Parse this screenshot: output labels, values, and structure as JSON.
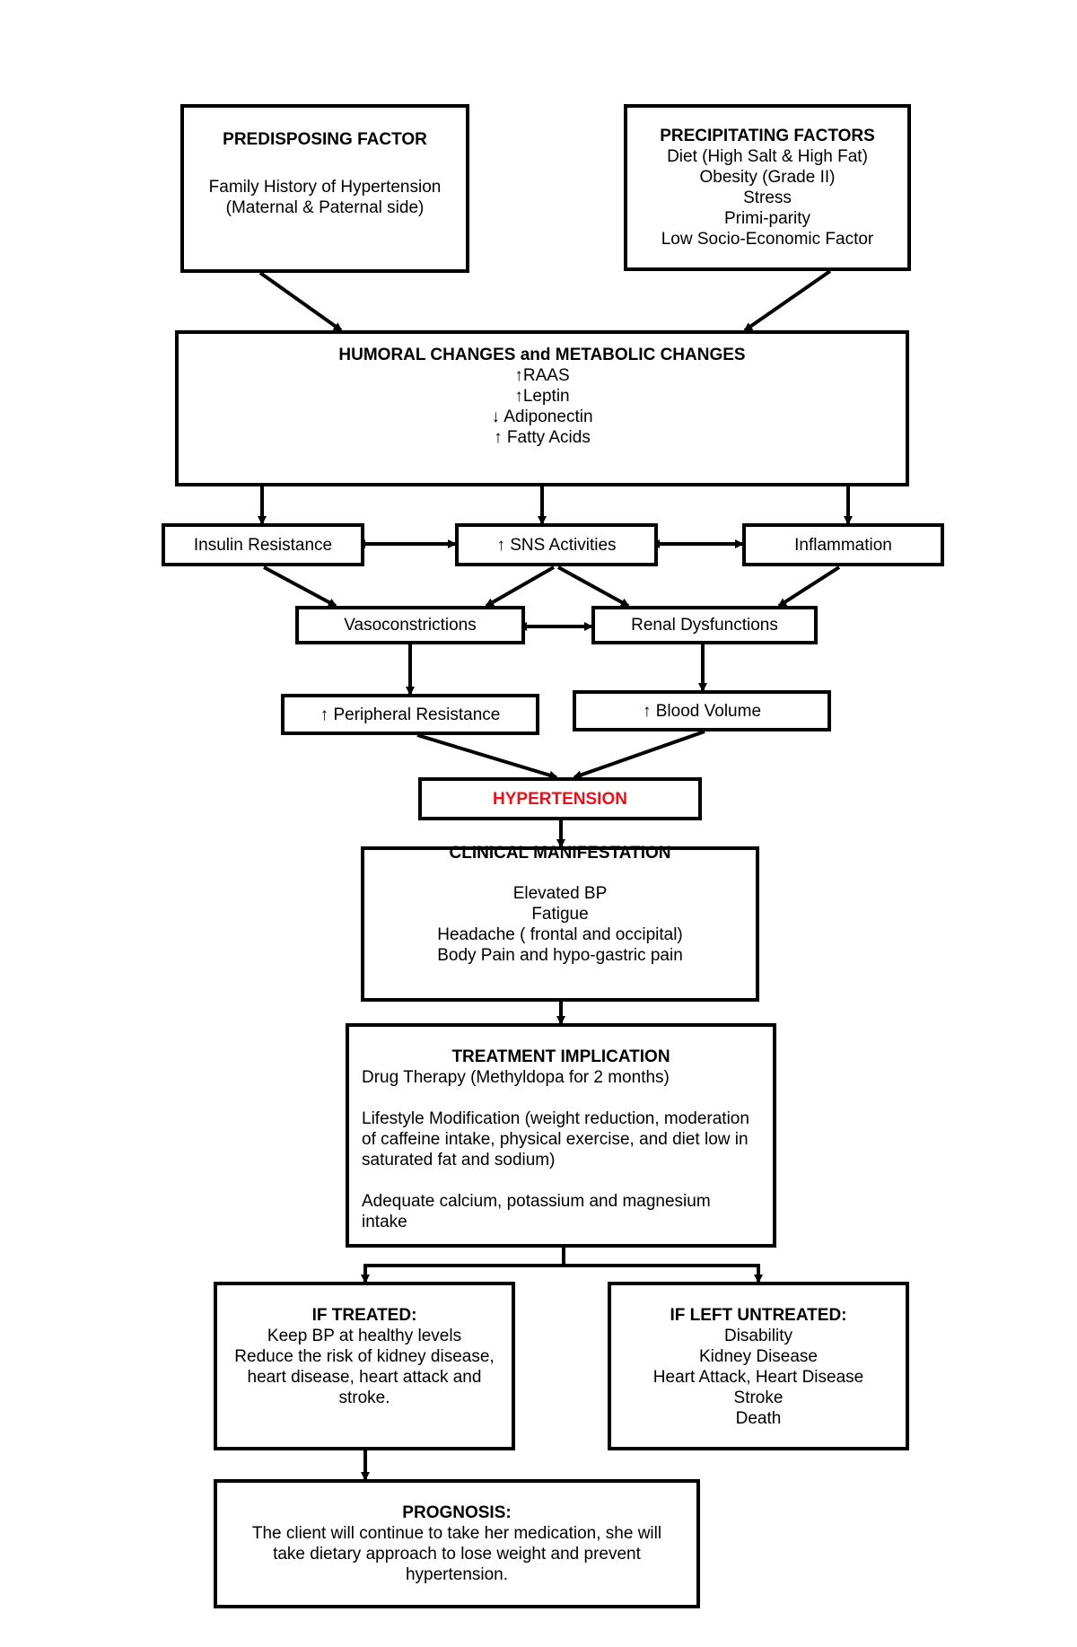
{
  "predisposing": {
    "title": "PREDISPOSING FACTOR",
    "lines": [
      "Family History of Hypertension",
      "(Maternal & Paternal side)"
    ]
  },
  "precipitating": {
    "title": "PRECIPITATING FACTORS",
    "lines": [
      "Diet (High Salt & High Fat)",
      "Obesity (Grade II)",
      "Stress",
      "Primi-parity",
      "Low Socio-Economic Factor"
    ]
  },
  "humoral": {
    "title": "HUMORAL CHANGES and METABOLIC CHANGES",
    "lines": [
      "↑RAAS",
      "↑Leptin",
      "↓ Adiponectin",
      "↑ Fatty Acids"
    ]
  },
  "insulin_resistance": "Insulin Resistance",
  "sns_activities": "↑ SNS Activities",
  "inflammation": "Inflammation",
  "vasoconstrictions": "Vasoconstrictions",
  "renal_dysfunctions": "Renal Dysfunctions",
  "peripheral_resistance": "↑ Peripheral Resistance",
  "blood_volume": "↑ Blood Volume",
  "hypertension": {
    "label": "HYPERTENSION",
    "color": "#e8101a"
  },
  "clinical": {
    "title": "CLINICAL MANIFESTATION",
    "lines": [
      "Elevated BP",
      "Fatigue",
      "Headache ( frontal and occipital)",
      "Body Pain and hypo-gastric pain"
    ]
  },
  "treatment": {
    "title": "TREATMENT IMPLICATION",
    "paragraphs": [
      "Drug Therapy (Methyldopa for 2 months)",
      "Lifestyle Modification (weight reduction, moderation of caffeine intake, physical exercise, and diet low in saturated fat and sodium)",
      "Adequate calcium, potassium and magnesium intake"
    ]
  },
  "if_treated": {
    "title": "IF TREATED:",
    "lines": [
      "Keep BP at healthy levels",
      "Reduce the risk of kidney disease,",
      "heart disease, heart attack and",
      "stroke."
    ]
  },
  "if_untreated": {
    "title": "IF LEFT UNTREATED:",
    "lines": [
      "Disability",
      "Kidney Disease",
      "Heart Attack, Heart Disease",
      "Stroke",
      "Death"
    ]
  },
  "prognosis": {
    "title": "PROGNOSIS:",
    "lines": [
      "The client will continue to take her medication, she will",
      "take dietary approach to lose weight and prevent",
      "hypertension."
    ]
  }
}
